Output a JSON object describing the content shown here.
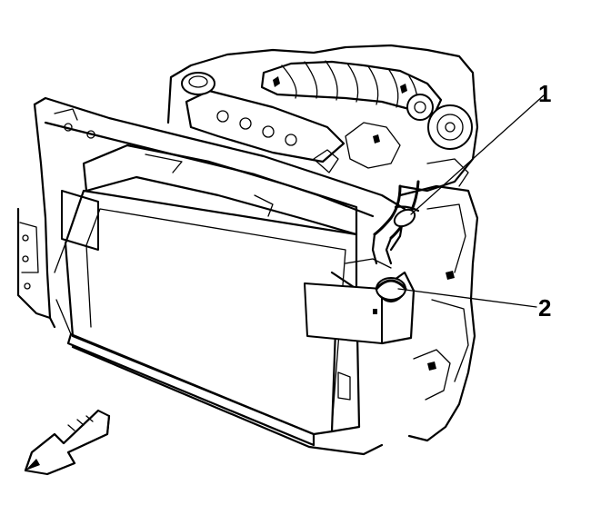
{
  "callouts": [
    {
      "id": "1",
      "label": "1"
    },
    {
      "id": "2",
      "label": "2"
    }
  ],
  "icons": {
    "direction_arrow": "front-direction-arrow-icon"
  }
}
